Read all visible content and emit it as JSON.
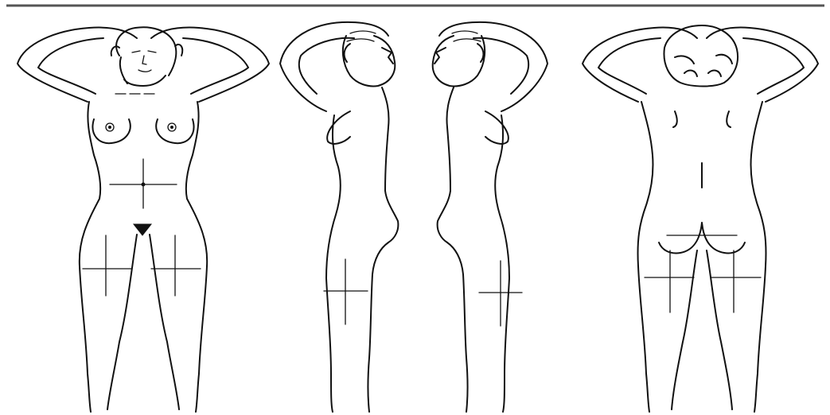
{
  "figure": {
    "views": [
      {
        "key": "front",
        "label": ""
      },
      {
        "key": "right-side",
        "label": ""
      },
      {
        "key": "left-side",
        "label": ""
      },
      {
        "key": "back",
        "label": ""
      }
    ],
    "colors": {
      "line": "#111111",
      "background": "#ffffff",
      "top-rule": "#555555"
    }
  }
}
